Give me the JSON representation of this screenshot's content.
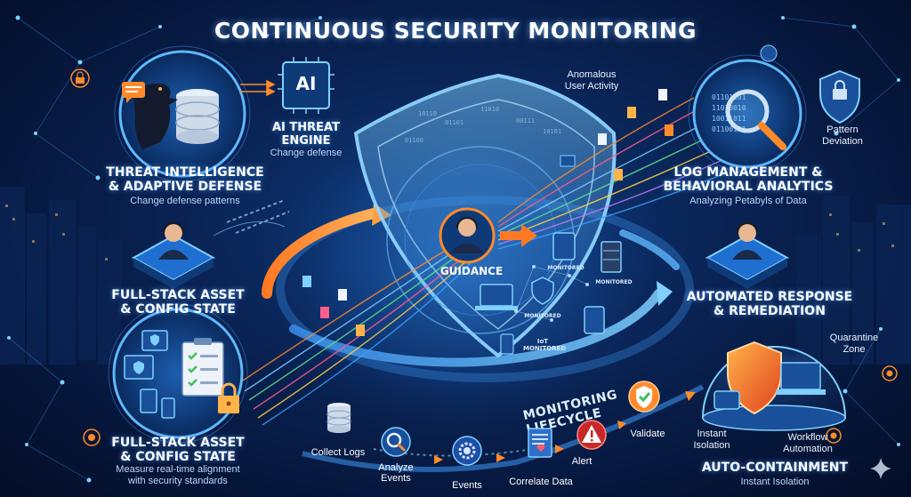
{
  "title": "CONTINUOUS SECURITY MONITORING",
  "colors": {
    "background": "#0a2456",
    "accent_blue": "#3aa0ff",
    "accent_orange": "#ff8a2a",
    "alert_red": "#e03a3a",
    "shield_glow": "#5fb8ff",
    "validate_green": "#3fbf5a"
  },
  "left_top": {
    "title": "THREAT INTELLIGENCE\n& ADAPTIVE DEFENSE",
    "subtitle": "Change defense patterns",
    "icons": [
      "raven-icon",
      "database-icon",
      "chat-bubble-icon"
    ]
  },
  "ai_engine": {
    "badge": "AI",
    "title": "AI THREAT\nENGINE",
    "subtitle": "Change defense"
  },
  "left_mid": {
    "title": "FULL-STACK ASSET\n& CONFIG STATE",
    "icon": "operator-icon"
  },
  "left_bottom": {
    "title": "FULL-STACK ASSET\n& CONFIG STATE",
    "subtitle": "Measure real-time alignment\nwith security standards",
    "icons": [
      "checklist-icon",
      "padlock-icon",
      "tablet-icon",
      "phone-icon"
    ]
  },
  "center": {
    "guidance": "GUIDANCE",
    "monitored_labels": [
      "MONITORED",
      "MONITORED",
      "MONITORED"
    ],
    "iot_label": "IoT\nMONITORED",
    "lifecycle": "MONITORING LIFECYCLE"
  },
  "top_right": {
    "anomalous": "Anomalous\nUser Activity",
    "pattern": "Pattern\nDeviation"
  },
  "right_top": {
    "title": "LOG MANAGEMENT &\nBEHAVIORAL ANALYTICS",
    "subtitle": "Analyzing Petabyls of Data",
    "icons": [
      "magnifier-icon",
      "shield-lock-icon"
    ]
  },
  "right_mid": {
    "title": "AUTOMATED RESPONSE\n& REMEDIATION",
    "icon": "operator-icon"
  },
  "right_bottom": {
    "quarantine": "Quarantine\nZone",
    "isolation": "Instant\nIsolation",
    "workflow": "Workflow\nAutomation",
    "title": "AUTO-CONTAINMENT",
    "subtitle": "Instant Isolation"
  },
  "steps": [
    {
      "label": "Collect Logs",
      "icon": "database-icon",
      "color": "#8fa6c8"
    },
    {
      "label": "Analyze\nEvents",
      "icon": "magnifier-icon",
      "color": "#3aa0ff"
    },
    {
      "label": "Events",
      "icon": "gear-icon",
      "color": "#3a70d8"
    },
    {
      "label": "Correlate Data",
      "icon": "document-icon",
      "color": "#2f8be0"
    },
    {
      "label": "Alert",
      "icon": "warning-icon",
      "color": "#e03a3a"
    },
    {
      "label": "Validate",
      "icon": "check-shield-icon",
      "color": "#ff8a2a"
    }
  ]
}
